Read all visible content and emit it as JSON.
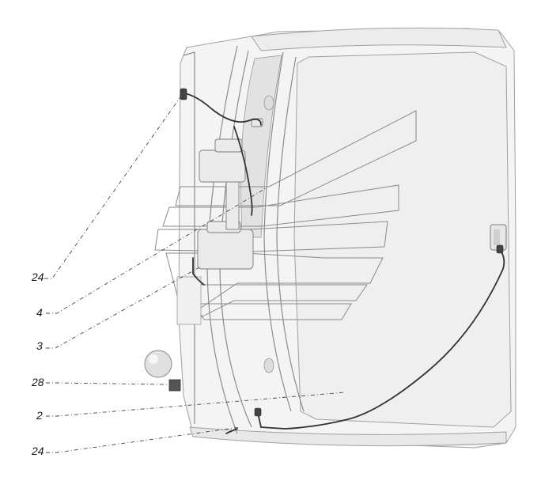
{
  "callouts": [
    {
      "id": "24a",
      "label": "24"
    },
    {
      "id": "4",
      "label": "4"
    },
    {
      "id": "3",
      "label": "3"
    },
    {
      "id": "28",
      "label": "28"
    },
    {
      "id": "2",
      "label": "2"
    },
    {
      "id": "24b",
      "label": "24"
    }
  ],
  "colors": {
    "outline": "#9a9a9a",
    "panel_fill": "#f4f4f4",
    "shade": "#e6e6e6",
    "wire": "#333333",
    "leader": "#444444"
  }
}
